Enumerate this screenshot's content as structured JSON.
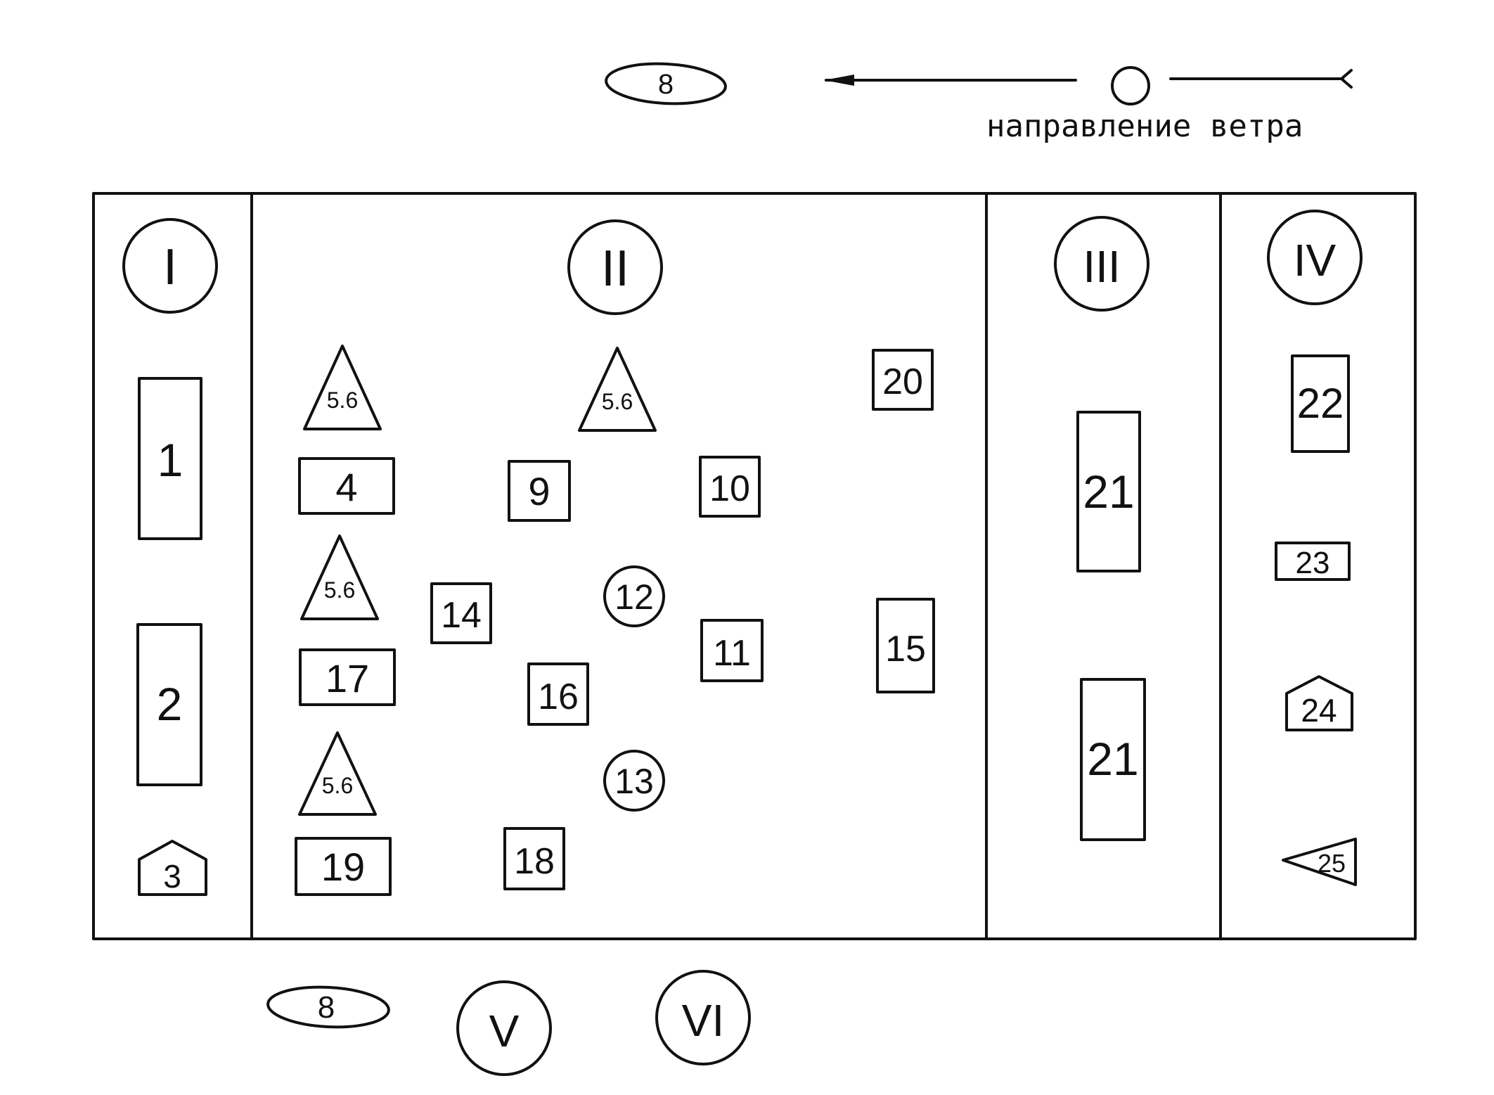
{
  "caption": "направление ветра",
  "zones": [
    "I",
    "II",
    "III",
    "IV",
    "V",
    "VI"
  ],
  "objects": {
    "o1": "1",
    "o2": "2",
    "o3": "3",
    "o4": "4",
    "t1": "5.6",
    "t2": "5.6",
    "t3": "5.6",
    "t4": "5.6",
    "e1": "8",
    "e2": "8",
    "o9": "9",
    "o10": "10",
    "o11": "11",
    "o12": "12",
    "o13": "13",
    "o14": "14",
    "o15": "15",
    "o16": "16",
    "o17": "17",
    "o18": "18",
    "o19": "19",
    "o20": "20",
    "o21a": "21",
    "o21b": "21",
    "o22": "22",
    "o23": "23",
    "o24": "24",
    "o25": "25"
  },
  "colors": {
    "ink": "#111111",
    "paper": "#ffffff"
  }
}
